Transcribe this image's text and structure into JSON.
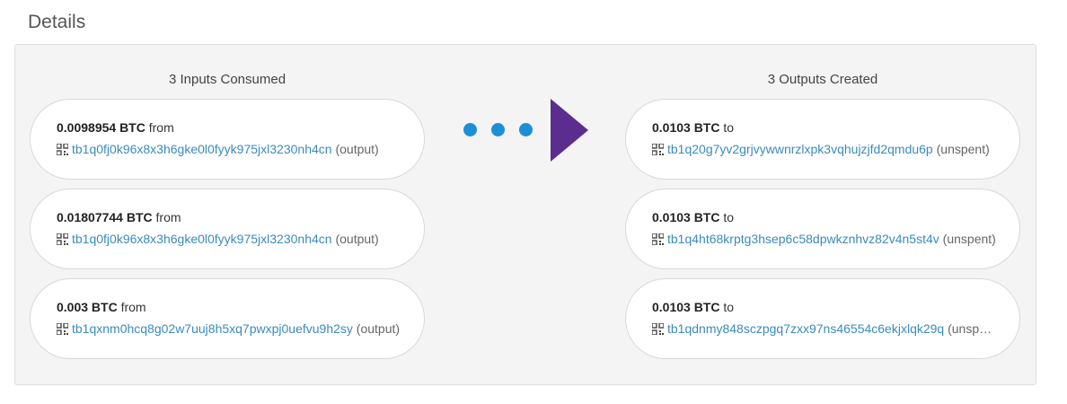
{
  "section_title": "Details",
  "inputs": {
    "header": "3 Inputs Consumed",
    "items": [
      {
        "amount": "0.0098954 BTC",
        "preposition": "from",
        "address": "tb1q0fj0k96x8x3h6gke0l0fyyk975jxl3230nh4cn",
        "suffix": "(output)"
      },
      {
        "amount": "0.01807744 BTC",
        "preposition": "from",
        "address": "tb1q0fj0k96x8x3h6gke0l0fyyk975jxl3230nh4cn",
        "suffix": "(output)"
      },
      {
        "amount": "0.003 BTC",
        "preposition": "from",
        "address": "tb1qxnm0hcq8g02w7uuj8h5xq7pwxpj0uefvu9h2sy",
        "suffix": "(output)"
      }
    ]
  },
  "outputs": {
    "header": "3 Outputs Created",
    "items": [
      {
        "amount": "0.0103 BTC",
        "preposition": "to",
        "address": "tb1q20g7yv2grjvywwnrzlxpk3vqhujzjfd2qmdu6p",
        "suffix": "(unspent)"
      },
      {
        "amount": "0.0103 BTC",
        "preposition": "to",
        "address": "tb1q4ht68krptg3hsep6c58dpwkznhvz82v4n5st4v",
        "suffix": "(unspent)"
      },
      {
        "amount": "0.0103 BTC",
        "preposition": "to",
        "address": "tb1qdnmy848sczpgq7zxx97ns46554c6ekjxlqk29q",
        "suffix": "(unspent)"
      }
    ]
  },
  "colors": {
    "dot": "#1e8fd6",
    "arrow": "#5b2d8e",
    "link": "#3a8bbb"
  },
  "icons": {
    "address": "qr-code-icon",
    "flow": "right-arrow-icon"
  }
}
